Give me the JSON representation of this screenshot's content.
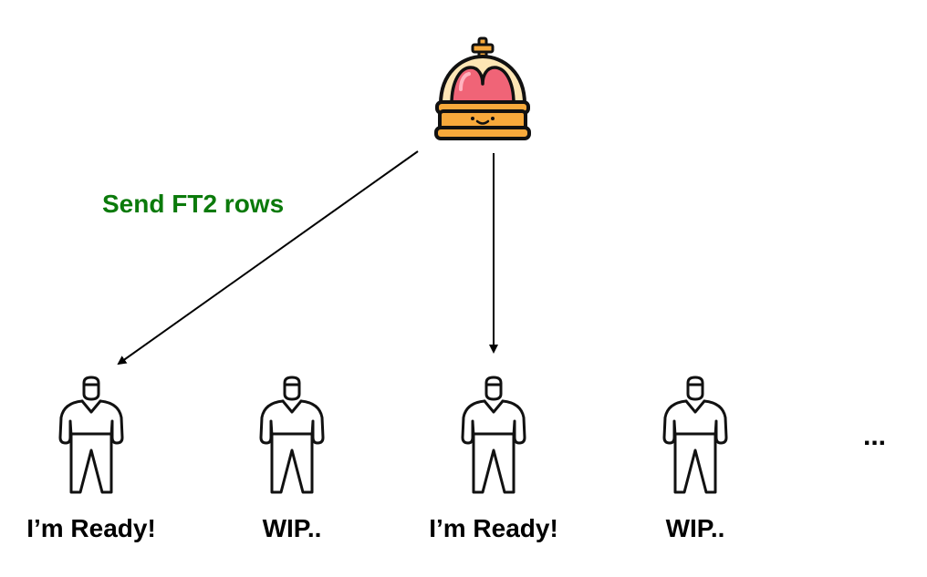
{
  "edge_label": "Send FT2 rows",
  "workers": [
    {
      "status": "I’m Ready!"
    },
    {
      "status": "WIP.."
    },
    {
      "status": "I’m Ready!"
    },
    {
      "status": "WIP.."
    }
  ],
  "more_indicator": "...",
  "icons": {
    "leader": "crown-icon",
    "worker": "worker-person-icon"
  },
  "colors": {
    "edge_label": "#0b7a0b",
    "arrow": "#000000",
    "crown_band": "#f7a93b",
    "crown_jewel": "#f06477",
    "crown_outline": "#111111",
    "crown_inner": "#fde6b5"
  }
}
